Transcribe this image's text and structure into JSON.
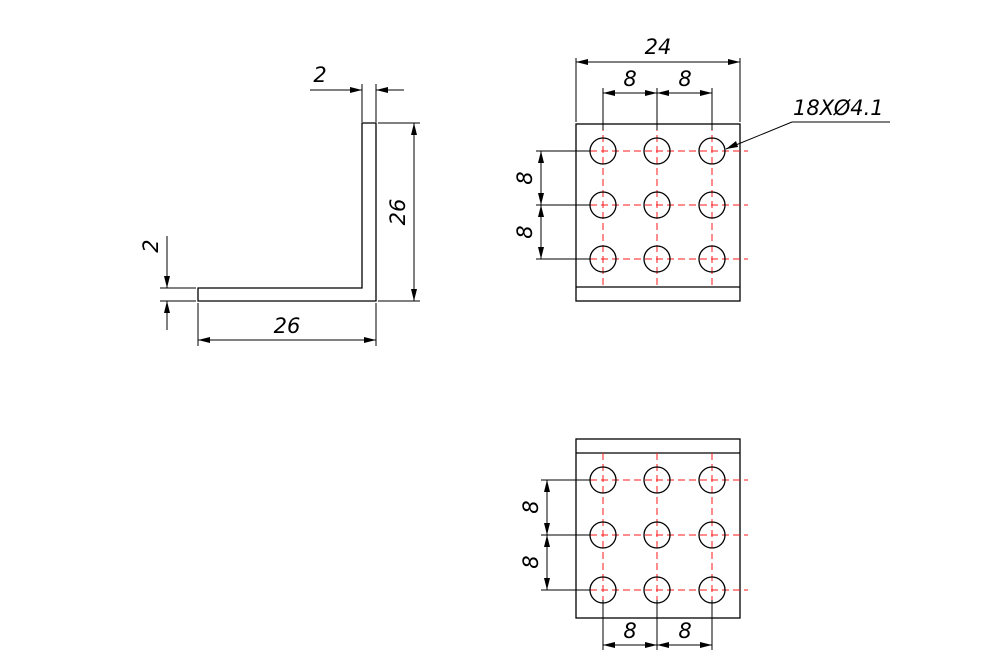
{
  "angle_profile": {
    "thickness_top": "2",
    "height": "26",
    "thickness_left": "2",
    "width": "26"
  },
  "top_view": {
    "overall_width": "24",
    "pitch_x_1": "8",
    "pitch_x_2": "8",
    "hole_callout": "18XØ4.1",
    "pitch_y_1": "8",
    "pitch_y_2": "8"
  },
  "bottom_view": {
    "pitch_y_1": "8",
    "pitch_y_2": "8",
    "pitch_x_1": "8",
    "pitch_x_2": "8"
  },
  "colors": {
    "outline": "#000000",
    "centerline": "#ff1a1a"
  }
}
